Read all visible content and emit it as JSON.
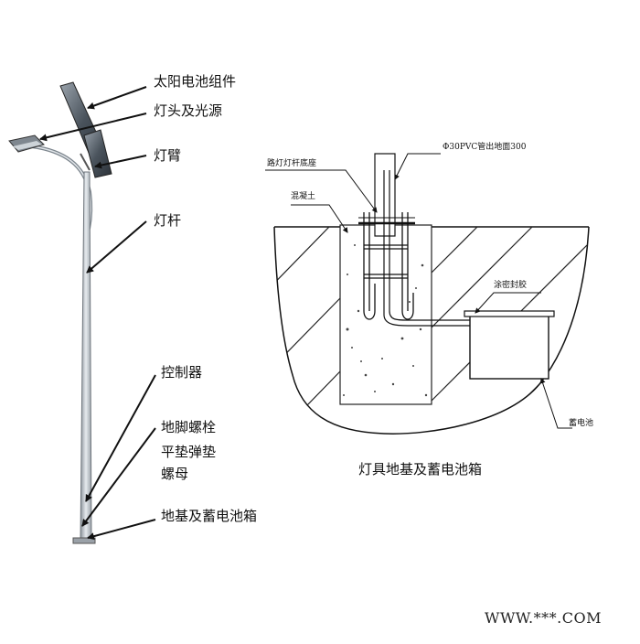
{
  "pole_labels": {
    "solar_module": "太阳电池组件",
    "lamp_head": "灯头及光源",
    "lamp_arm": "灯臂",
    "lamp_pole": "灯杆",
    "controller": "控制器",
    "anchor_bolt": "地脚螺栓",
    "washers": "平垫弹垫",
    "nut": "螺母",
    "foundation_box": "地基及蓄电池箱"
  },
  "foundation_labels": {
    "pvc_pipe": "Φ30PVC管出地面300",
    "pole_base": "路灯灯杆底座",
    "concrete": "混凝土",
    "sealant": "涂密封胶",
    "battery": "蓄电池"
  },
  "caption": "灯具地基及蓄电池箱",
  "watermark": "WWW.***.COM"
}
